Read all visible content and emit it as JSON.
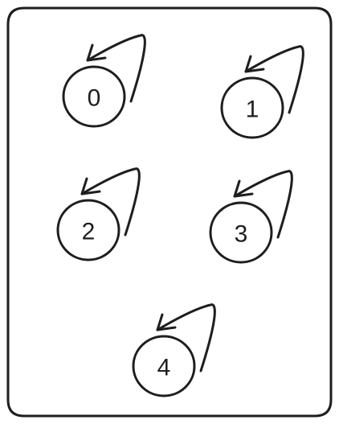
{
  "diagram": {
    "type": "state-graph",
    "stroke_color": "#1e1e1e",
    "background": "#ffffff",
    "nodes": [
      {
        "id": "0",
        "label": "0"
      },
      {
        "id": "1",
        "label": "1"
      },
      {
        "id": "2",
        "label": "2"
      },
      {
        "id": "3",
        "label": "3"
      },
      {
        "id": "4",
        "label": "4"
      }
    ],
    "edges": [
      {
        "from": "0",
        "to": "0",
        "kind": "self-loop"
      },
      {
        "from": "1",
        "to": "1",
        "kind": "self-loop"
      },
      {
        "from": "2",
        "to": "2",
        "kind": "self-loop"
      },
      {
        "from": "3",
        "to": "3",
        "kind": "self-loop"
      },
      {
        "from": "4",
        "to": "4",
        "kind": "self-loop"
      }
    ]
  }
}
